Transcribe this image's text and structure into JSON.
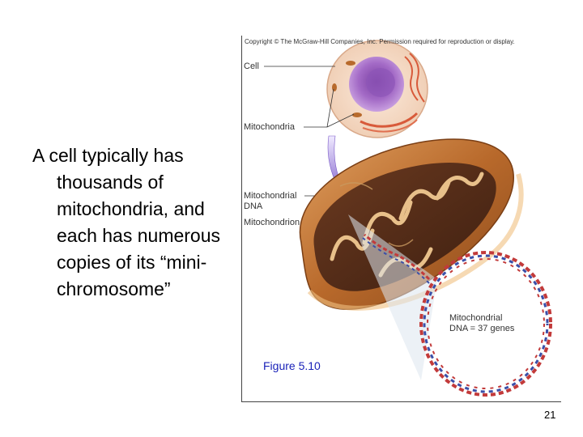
{
  "slide": {
    "body_text": "A cell typically has thousands of mitochondria, and each has numerous copies of its “mini-chromosome”",
    "figure": {
      "copyright": "Copyright © The McGraw-Hill Companies, Inc. Permission required for reproduction or display.",
      "labels": {
        "cell": "Cell",
        "mitochondria": "Mitochondria",
        "mito_dna_line1": "Mitochondrial",
        "mito_dna_line2": "DNA",
        "mitochondrion": "Mitochondrion",
        "ring_line1": "Mitochondrial",
        "ring_line2": "DNA = 37 genes"
      },
      "caption": "Figure 5.10"
    },
    "page_number": "21"
  },
  "colors": {
    "caption": "#1a22b8",
    "nucleus": "#8a4fb0",
    "cytoplasm": "#f6dcc6",
    "mitochondrion": "#b86a2c",
    "arrow": "#8a6ad0",
    "dna_red": "#c23a3a",
    "dna_blue": "#3a4fa8"
  },
  "icons": [
    "cell-illustration",
    "mitochondrion-illustration",
    "dna-ring-illustration",
    "arrow-icon"
  ]
}
